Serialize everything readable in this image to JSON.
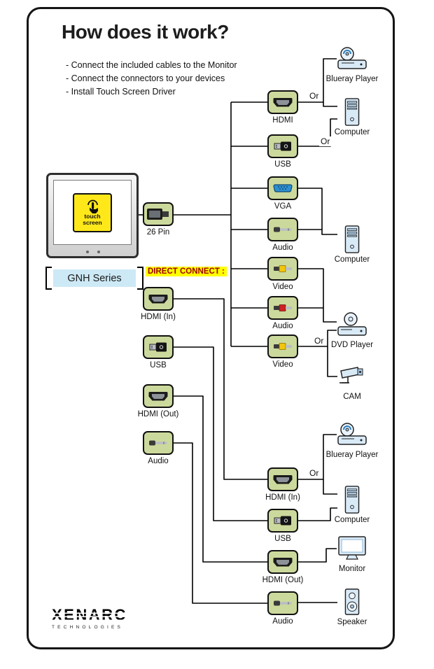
{
  "header": {
    "title": "How does it work?",
    "bullets": [
      "-  Connect the included cables to the Monitor",
      "-  Connect the connectors to your devices",
      "-  Install Touch Screen Driver"
    ]
  },
  "touch_monitor": {
    "screen_line1": "touch",
    "screen_line2": "screen",
    "series_label": "GNH Series"
  },
  "direct_connect_label": "DIRECT CONNECT :",
  "cable_connector": {
    "label": "26 Pin"
  },
  "top_connectors": [
    {
      "label": "HDMI",
      "type": "hdmi"
    },
    {
      "label": "USB",
      "type": "usb"
    },
    {
      "label": "VGA",
      "type": "vga"
    },
    {
      "label": "Audio",
      "type": "audio-jack"
    },
    {
      "label": "Video",
      "type": "rca-video"
    },
    {
      "label": "Audio",
      "type": "rca-audio"
    },
    {
      "label": "Video",
      "type": "rca-video"
    }
  ],
  "direct_connectors": [
    {
      "label": "HDMI (In)",
      "type": "hdmi"
    },
    {
      "label": "USB",
      "type": "usb"
    },
    {
      "label": "HDMI (Out)",
      "type": "hdmi"
    },
    {
      "label": "Audio",
      "type": "audio-jack"
    }
  ],
  "bottom_connectors": [
    {
      "label": "HDMI (In)",
      "type": "hdmi"
    },
    {
      "label": "USB",
      "type": "usb"
    },
    {
      "label": "HDMI (Out)",
      "type": "hdmi"
    },
    {
      "label": "Audio",
      "type": "audio-jack"
    }
  ],
  "devices": [
    {
      "label": "Blueray Player",
      "type": "blueray"
    },
    {
      "label": "Computer",
      "type": "computer"
    },
    {
      "label": "Computer",
      "type": "computer"
    },
    {
      "label": "DVD Player",
      "type": "dvd"
    },
    {
      "label": "CAM",
      "type": "cam"
    },
    {
      "label": "Blueray Player",
      "type": "blueray"
    },
    {
      "label": "Computer",
      "type": "computer"
    },
    {
      "label": "Monitor",
      "type": "monitor"
    },
    {
      "label": "Speaker",
      "type": "speaker"
    }
  ],
  "or_labels": [
    "Or",
    "Or",
    "Or",
    "Or"
  ],
  "logo": {
    "name": "XENARC",
    "subtitle": "TECHNOLOGIES"
  },
  "colors": {
    "connector_fill": "#ccd99c",
    "device_fill": "#d9eaf7",
    "highlight_yellow": "#ffff00",
    "direct_connect_text": "#a00000",
    "touch_box_yellow": "#ffe81a",
    "series_bg": "#cde9f6",
    "vga_blue": "#2e8fd0",
    "rca_video_yellow": "#f2c50e",
    "rca_audio_red": "#cc2222",
    "line": "#000000"
  }
}
